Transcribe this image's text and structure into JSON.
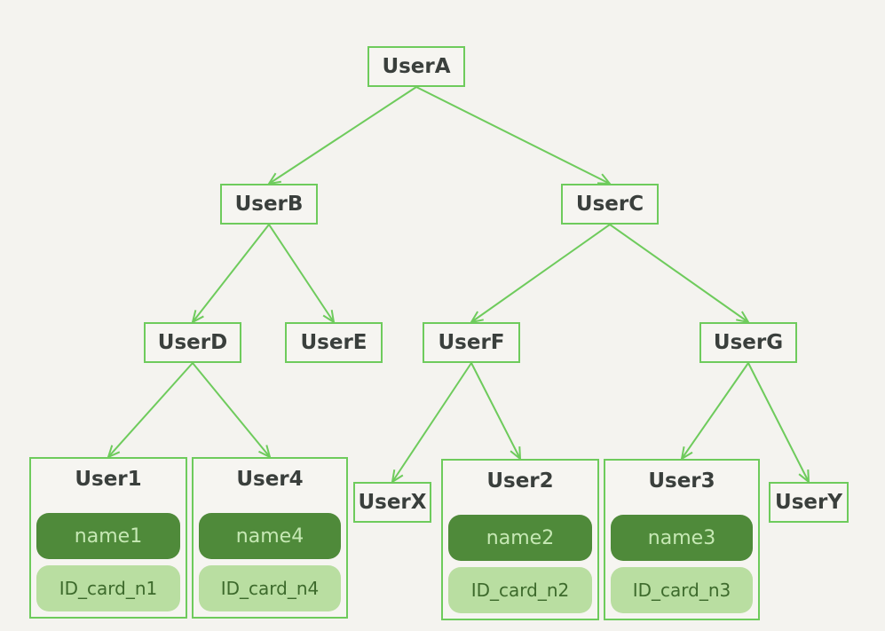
{
  "colors": {
    "edge": "#6ecb5c",
    "node_border": "#6ecb5c",
    "name_pill": "#4f8a3a",
    "id_pill": "#b9dea1",
    "text": "#3a3f3c"
  },
  "nodes": {
    "usera": "UserA",
    "userb": "UserB",
    "userc": "UserC",
    "userd": "UserD",
    "usere": "UserE",
    "userf": "UserF",
    "userg": "UserG",
    "userx": "UserX",
    "usery": "UserY"
  },
  "leaves": {
    "user1": {
      "title": "User1",
      "name": "name1",
      "id_card": "ID_card_n1"
    },
    "user4": {
      "title": "User4",
      "name": "name4",
      "id_card": "ID_card_n4"
    },
    "user2": {
      "title": "User2",
      "name": "name2",
      "id_card": "ID_card_n2"
    },
    "user3": {
      "title": "User3",
      "name": "name3",
      "id_card": "ID_card_n3"
    }
  },
  "edges": [
    [
      "usera",
      "userb"
    ],
    [
      "usera",
      "userc"
    ],
    [
      "userb",
      "userd"
    ],
    [
      "userb",
      "usere"
    ],
    [
      "userc",
      "userf"
    ],
    [
      "userc",
      "userg"
    ],
    [
      "userd",
      "user1"
    ],
    [
      "userd",
      "user4"
    ],
    [
      "userf",
      "userx"
    ],
    [
      "userf",
      "user2"
    ],
    [
      "userg",
      "user3"
    ],
    [
      "userg",
      "usery"
    ]
  ]
}
